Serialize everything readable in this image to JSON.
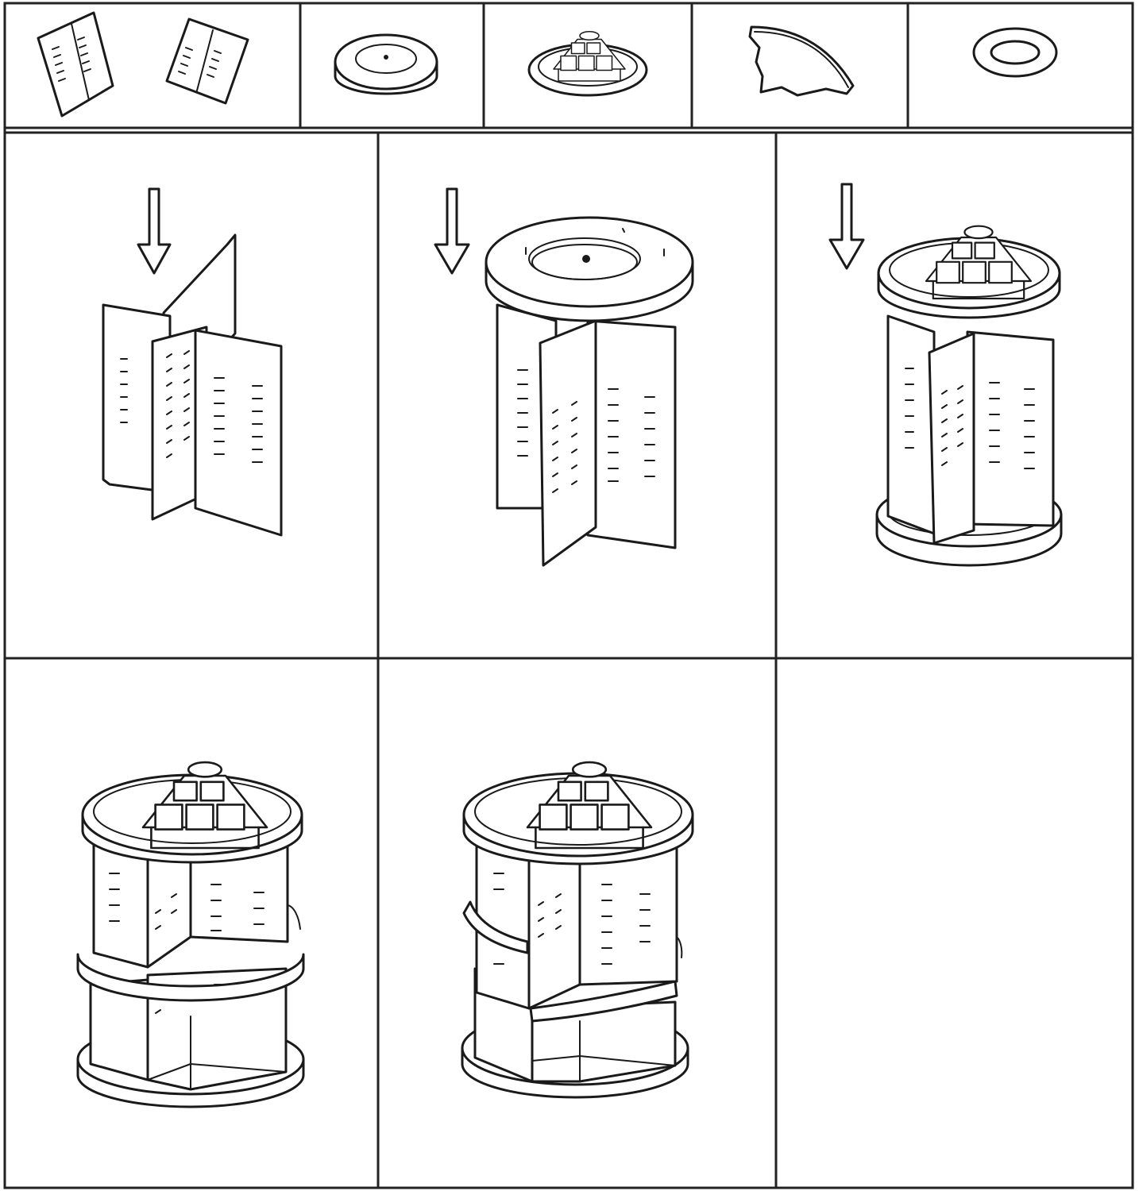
{
  "diagram": {
    "kind": "assembly-instructions",
    "line_color": "#1a1a1a",
    "background": "#ffffff",
    "parts_row": [
      {
        "name": "divider-panels",
        "icon": "panel-pair-icon"
      },
      {
        "name": "top-tray",
        "icon": "round-tray-icon"
      },
      {
        "name": "compartment-tray",
        "icon": "compartment-tray-icon"
      },
      {
        "name": "quarter-shelf",
        "icon": "quarter-shelf-icon"
      },
      {
        "name": "support-ring",
        "icon": "ring-icon"
      }
    ],
    "steps": [
      {
        "name": "step-1",
        "action": "cross-panels",
        "arrow": "down-arrow-icon"
      },
      {
        "name": "step-2",
        "action": "attach-top-tray",
        "arrow": "down-arrow-icon"
      },
      {
        "name": "step-3",
        "action": "place-compartment-tray",
        "arrow": "down-arrow-icon"
      },
      {
        "name": "step-4",
        "action": "add-upper-ring-and-shelves"
      },
      {
        "name": "step-5",
        "action": "final-assembly"
      },
      {
        "name": "step-6",
        "action": "empty"
      }
    ]
  }
}
